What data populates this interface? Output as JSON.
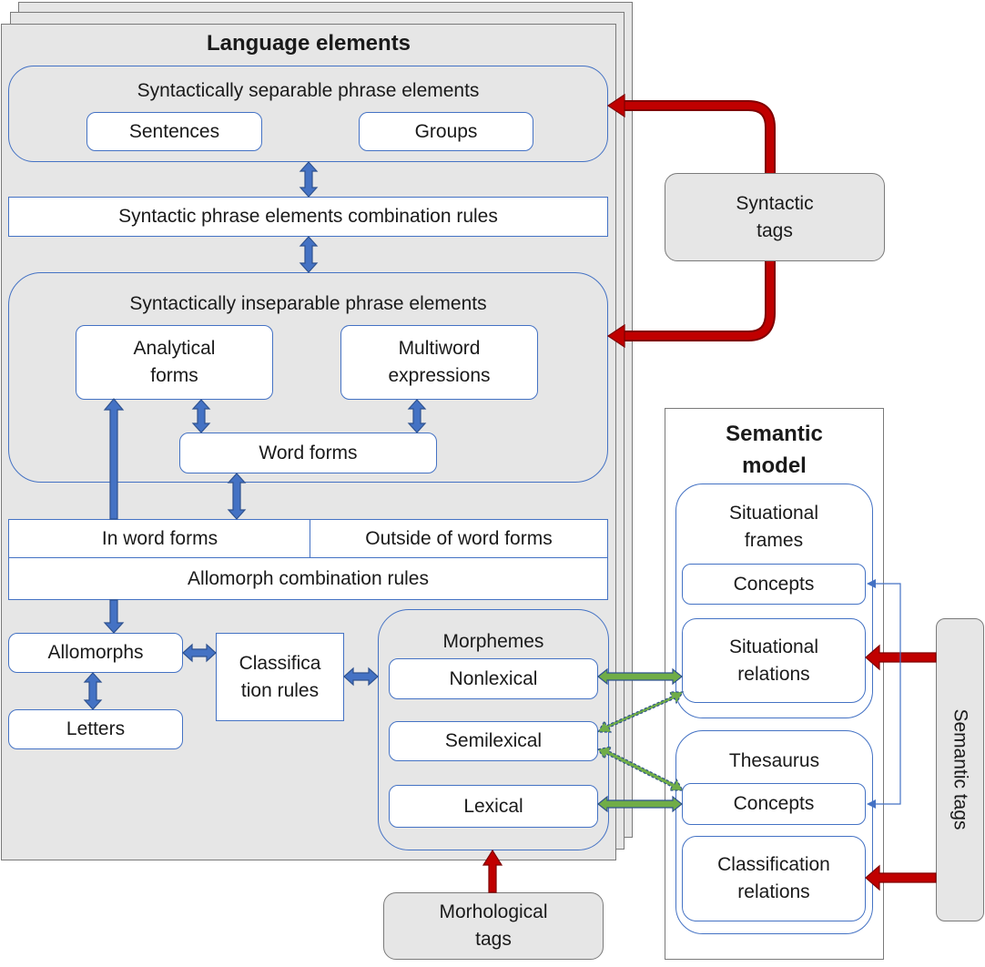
{
  "language": {
    "title": "Language elements",
    "separable": {
      "title": "Syntactically separable phrase elements",
      "sentences": "Sentences",
      "groups": "Groups"
    },
    "syntactic_rules": "Syntactic phrase elements combination rules",
    "inseparable": {
      "title": "Syntactically inseparable phrase elements",
      "analytical_forms": "Analytical forms",
      "multiword_expressions": "Multiword expressions",
      "word_forms": "Word forms"
    },
    "in_word_forms": "In word forms",
    "outside_word_forms": "Outside of word forms",
    "allomorph_rules": "Allomorph combination rules",
    "allomorphs": "Allomorphs",
    "letters": "Letters",
    "classification_rules": "Classifica tion rules",
    "morphemes": {
      "title": "Morphemes",
      "nonlexical": "Nonlexical",
      "semilexical": "Semilexical",
      "lexical": "Lexical"
    }
  },
  "syntactic_tags": "Syntactic tags",
  "morphological_tags": "Morhological tags",
  "semantic_tags": "Semantic tags",
  "semantic_model": {
    "title": "Semantic model",
    "situational_frames": {
      "title": "Situational frames",
      "concepts": "Concepts",
      "relations": "Situational relations"
    },
    "thesaurus": {
      "title": "Thesaurus",
      "concepts": "Concepts",
      "relations": "Classification relations"
    }
  },
  "colors": {
    "blue_arrow": "#4472c4",
    "red_arrow": "#c00000",
    "green_arrow": "#70ad47",
    "box_border": "#4472c4",
    "sheet_fill": "#e6e6e6"
  }
}
